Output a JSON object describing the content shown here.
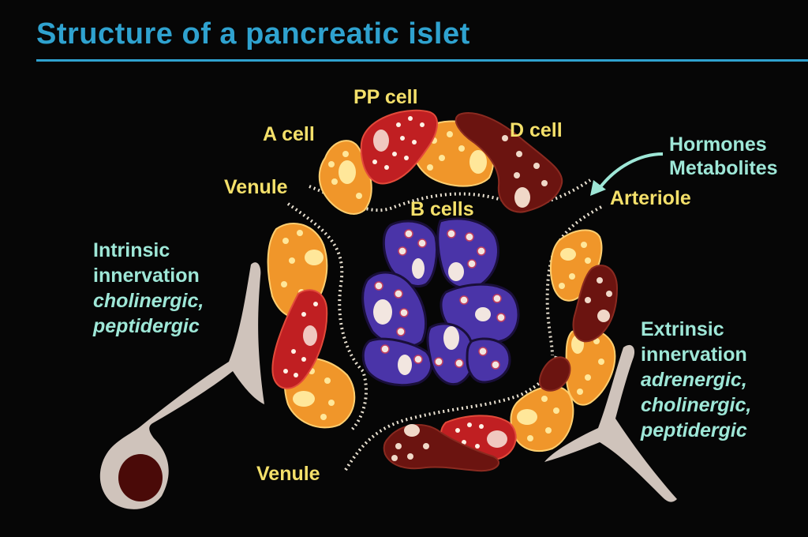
{
  "title": "Structure of a pancreatic islet",
  "labels": {
    "pp_cell": "PP cell",
    "a_cell": "A cell",
    "d_cell": "D cell",
    "b_cells": "B cells",
    "venule_top": "Venule",
    "venule_bottom": "Venule",
    "arteriole": "Arteriole",
    "hormones": "Hormones",
    "metabolites": "Metabolites"
  },
  "intrinsic": {
    "line1": "Intrinsic",
    "line2": "innervation",
    "line3": "cholinergic,",
    "line4": "peptidergic"
  },
  "extrinsic": {
    "line1": "Extrinsic",
    "line2": "innervation",
    "line3": "adrenergic,",
    "line4": "cholinergic,",
    "line5": "peptidergic"
  },
  "colors": {
    "title": "#2fa2cf",
    "label_yellow": "#f4e06a",
    "label_cyan": "#9ee7d7",
    "a_cell": "#f0962a",
    "pp_cell": "#c01f22",
    "d_cell": "#6b1410",
    "b_cell": "#4a34a8",
    "nerve": "#cfc3bb"
  }
}
